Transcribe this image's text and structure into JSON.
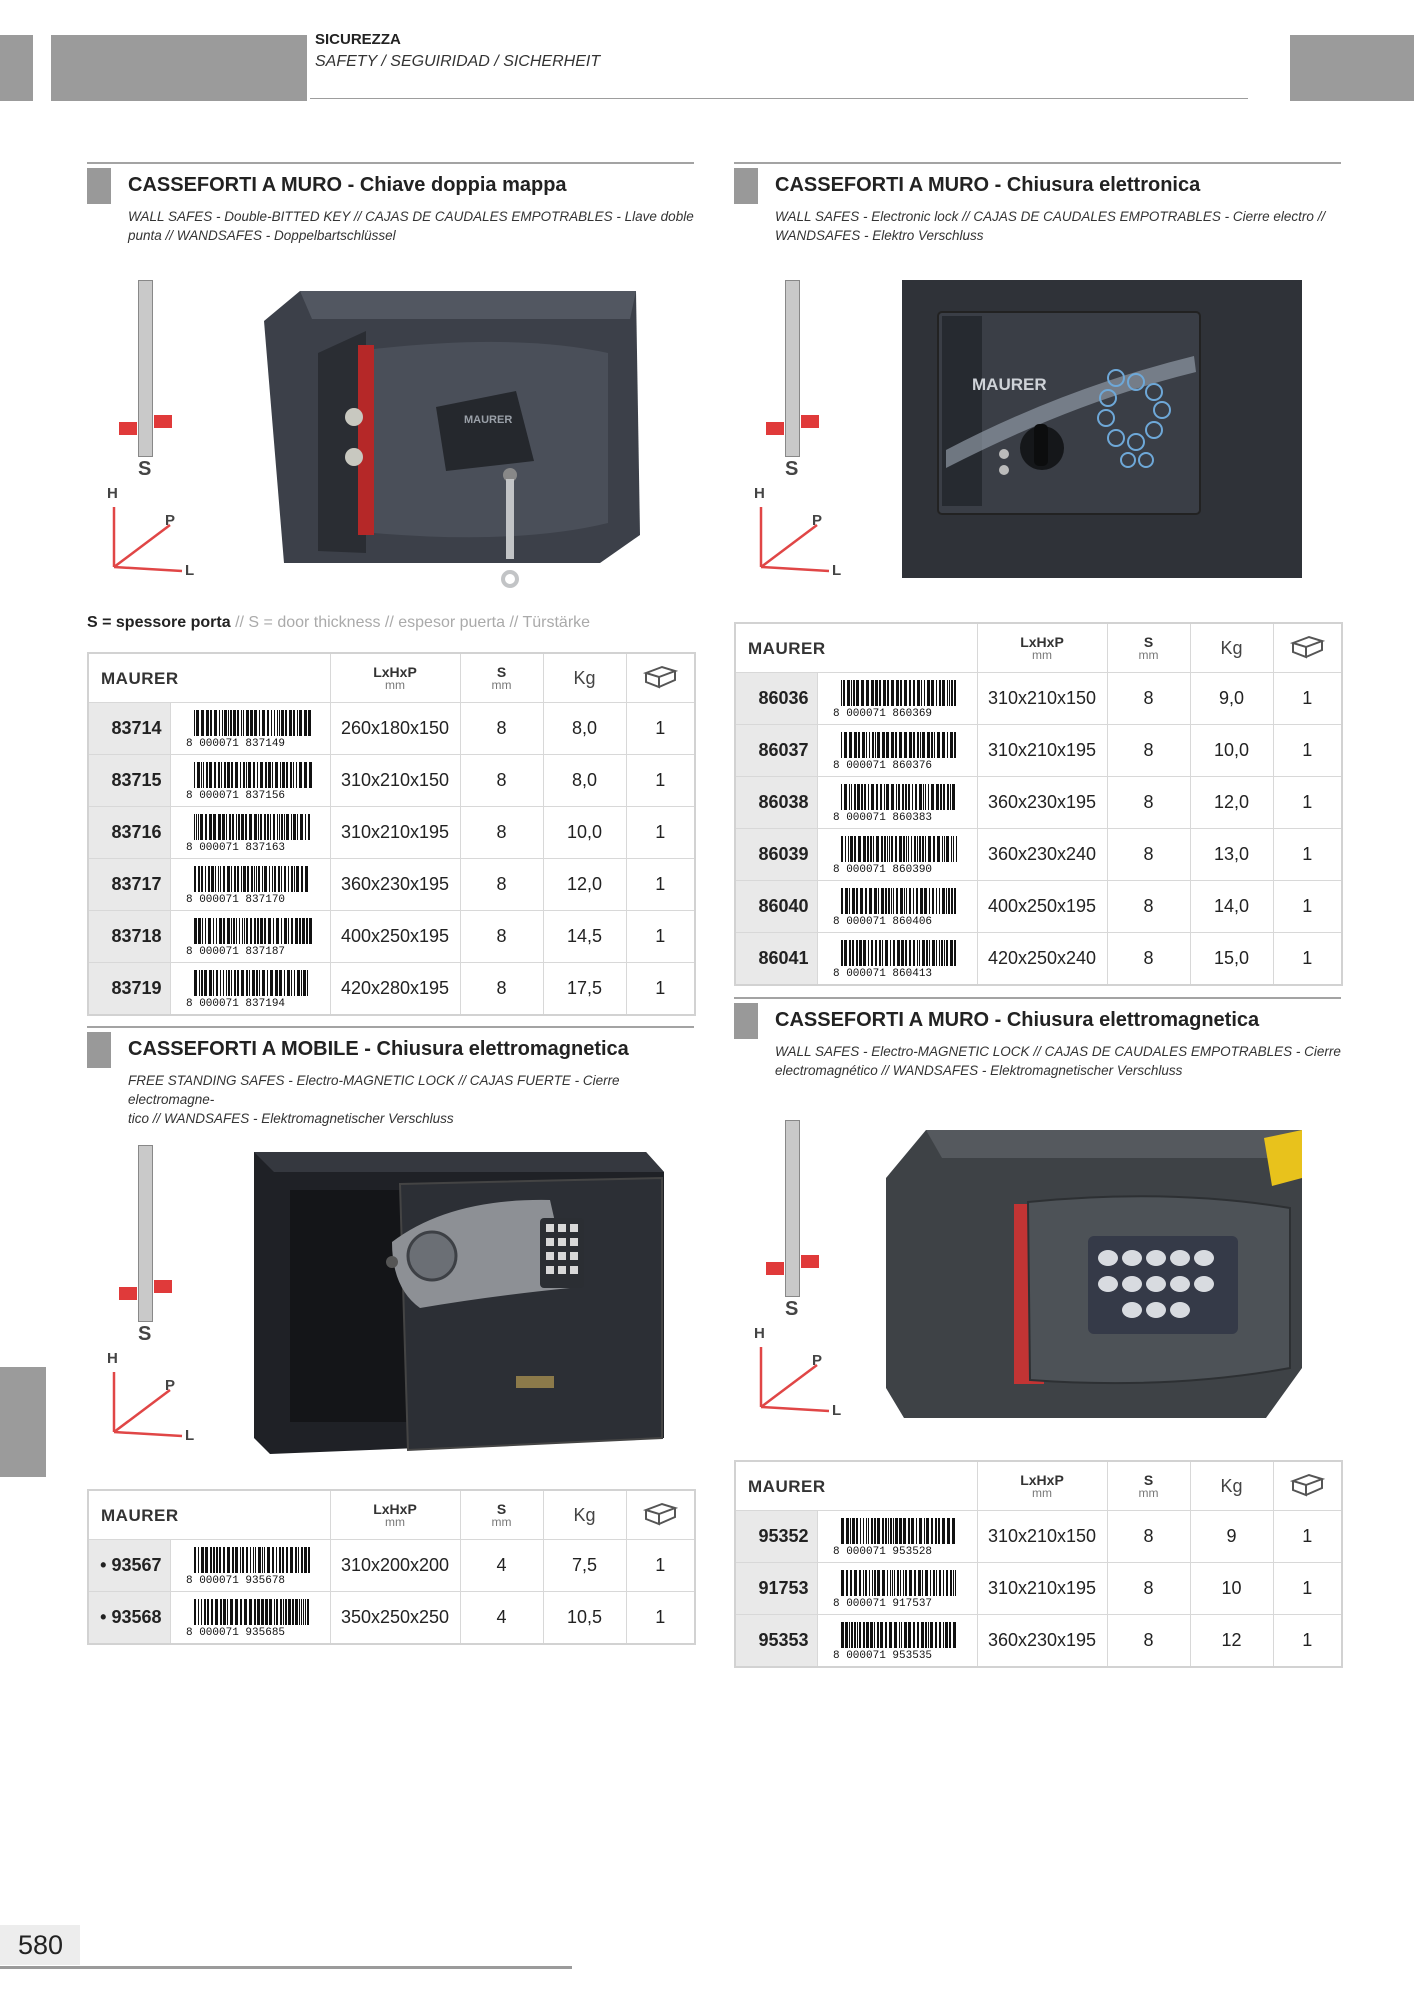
{
  "header": {
    "category": "SICUREZZA",
    "subtitle": "SAFETY / SEGUIRIDAD / SICHERHEIT"
  },
  "note": {
    "bold": "S = spessore porta",
    "light": " // S = door thickness // espesor puerta // Türstärke"
  },
  "page_number": "580",
  "figure_letters": {
    "s": "S",
    "h": "H",
    "p": "P",
    "l": "L"
  },
  "table_header": {
    "brand": "MAURER",
    "dims": "LxHxP",
    "dims_unit": "mm",
    "s": "S",
    "s_unit": "mm",
    "kg": "Kg",
    "box_icon": "package-icon"
  },
  "sections": {
    "s1": {
      "title": "CASSEFORTI A MURO - Chiave doppia mappa",
      "desc_line1": "WALL SAFES - Double-BITTED KEY // CAJAS DE CAUDALES EMPOTRABLES - Llave doble",
      "desc_line2": "punta // WANDSAFES - Doppelbartschlüssel",
      "rows": [
        {
          "code": "83714",
          "barcode": "8 000071 837149",
          "dims": "260x180x150",
          "s": "8",
          "kg": "8,0",
          "qty": "1"
        },
        {
          "code": "83715",
          "barcode": "8 000071 837156",
          "dims": "310x210x150",
          "s": "8",
          "kg": "8,0",
          "qty": "1"
        },
        {
          "code": "83716",
          "barcode": "8 000071 837163",
          "dims": "310x210x195",
          "s": "8",
          "kg": "10,0",
          "qty": "1"
        },
        {
          "code": "83717",
          "barcode": "8 000071 837170",
          "dims": "360x230x195",
          "s": "8",
          "kg": "12,0",
          "qty": "1"
        },
        {
          "code": "83718",
          "barcode": "8 000071 837187",
          "dims": "400x250x195",
          "s": "8",
          "kg": "14,5",
          "qty": "1"
        },
        {
          "code": "83719",
          "barcode": "8 000071 837194",
          "dims": "420x280x195",
          "s": "8",
          "kg": "17,5",
          "qty": "1"
        }
      ]
    },
    "s2": {
      "title": "CASSEFORTI A MURO - Chiusura elettronica",
      "desc_line1": "WALL SAFES - Electronic lock // CAJAS DE CAUDALES EMPOTRABLES - Cierre electro //",
      "desc_line2": "WANDSAFES - Elektro Verschluss",
      "rows": [
        {
          "code": "86036",
          "barcode": "8 000071 860369",
          "dims": "310x210x150",
          "s": "8",
          "kg": "9,0",
          "qty": "1"
        },
        {
          "code": "86037",
          "barcode": "8 000071 860376",
          "dims": "310x210x195",
          "s": "8",
          "kg": "10,0",
          "qty": "1"
        },
        {
          "code": "86038",
          "barcode": "8 000071 860383",
          "dims": "360x230x195",
          "s": "8",
          "kg": "12,0",
          "qty": "1"
        },
        {
          "code": "86039",
          "barcode": "8 000071 860390",
          "dims": "360x230x240",
          "s": "8",
          "kg": "13,0",
          "qty": "1"
        },
        {
          "code": "86040",
          "barcode": "8 000071 860406",
          "dims": "400x250x195",
          "s": "8",
          "kg": "14,0",
          "qty": "1"
        },
        {
          "code": "86041",
          "barcode": "8 000071 860413",
          "dims": "420x250x240",
          "s": "8",
          "kg": "15,0",
          "qty": "1"
        }
      ]
    },
    "s3": {
      "title": "CASSEFORTI A MOBILE - Chiusura elettromagnetica",
      "desc_line1": "FREE STANDING SAFES - Electro-MAGNETIC LOCK // CAJAS FUERTE - Cierre electromagne-",
      "desc_line2": "tico // WANDSAFES - Elektromagnetischer Verschluss",
      "rows": [
        {
          "code": "• 93567",
          "barcode": "8 000071 935678",
          "dims": "310x200x200",
          "s": "4",
          "kg": "7,5",
          "qty": "1"
        },
        {
          "code": "• 93568",
          "barcode": "8 000071 935685",
          "dims": "350x250x250",
          "s": "4",
          "kg": "10,5",
          "qty": "1"
        }
      ]
    },
    "s4": {
      "title": "CASSEFORTI A MURO - Chiusura elettromagnetica",
      "desc_line1": "WALL SAFES - Electro-MAGNETIC LOCK // CAJAS DE CAUDALES EMPOTRABLES - Cierre",
      "desc_line2": "electromagnético // WANDSAFES - Elektromagnetischer Verschluss",
      "rows": [
        {
          "code": "95352",
          "barcode": "8 000071 953528",
          "dims": "310x210x150",
          "s": "8",
          "kg": "9",
          "qty": "1"
        },
        {
          "code": "91753",
          "barcode": "8 000071 917537",
          "dims": "310x210x195",
          "s": "8",
          "kg": "10",
          "qty": "1"
        },
        {
          "code": "95353",
          "barcode": "8 000071 953535",
          "dims": "360x230x195",
          "s": "8",
          "kg": "12",
          "qty": "1"
        }
      ]
    }
  },
  "colors": {
    "tab_gray": "#9b9b9b",
    "code_cell": "#e9e9e9",
    "safe_body": "#3b3f47",
    "accent_red": "#e03a3a"
  }
}
